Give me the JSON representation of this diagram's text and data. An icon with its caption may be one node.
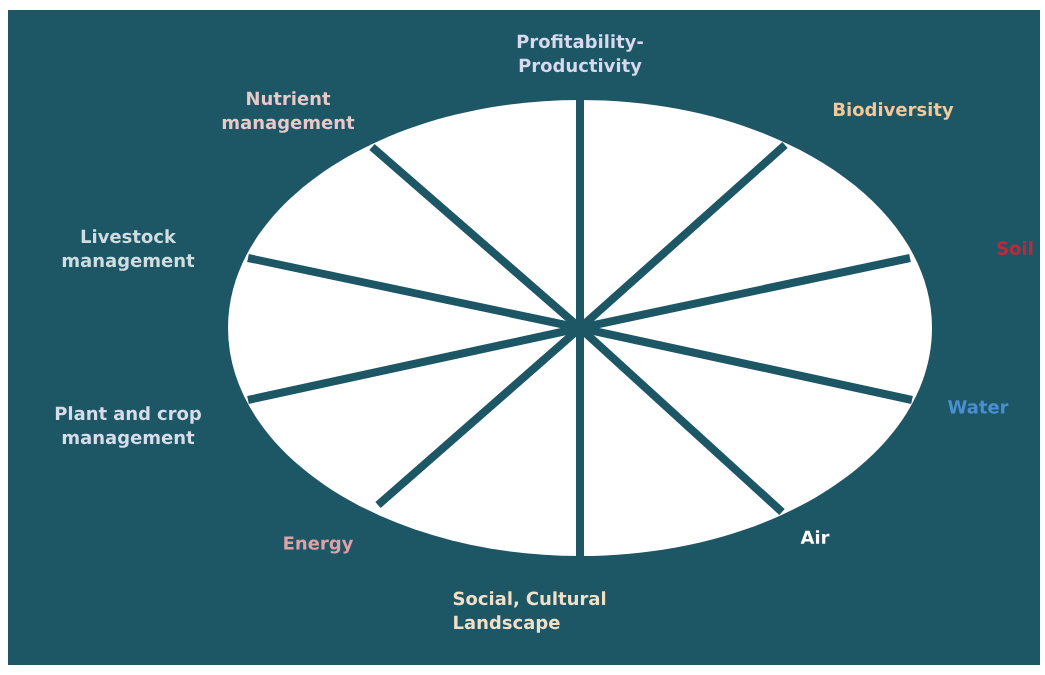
{
  "diagram": {
    "labels": [
      "Profitability-Productivity",
      "Nutrient management",
      "Biodiversity",
      "Livestock management",
      "Soil",
      "Plant and crop management",
      "Water",
      "Energy",
      "Air",
      "Social, Cultural Landscape"
    ]
  }
}
